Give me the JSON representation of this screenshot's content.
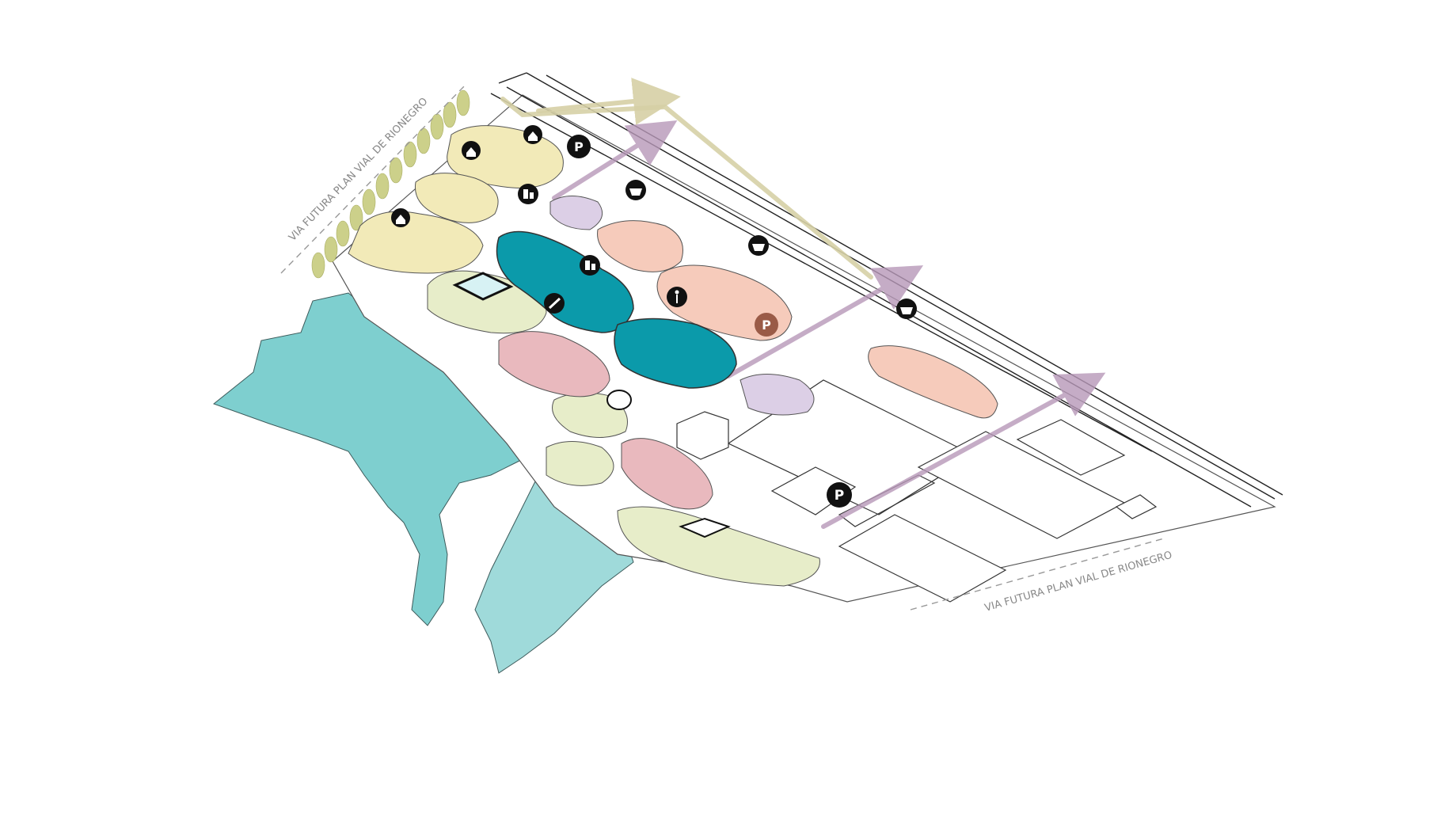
{
  "labels": {
    "road_west": "VIA FUTURA PLAN VIAL DE RIONEGRO",
    "road_east": "VIA FUTURA PLAN VIAL DE RIONEGRO",
    "parking_symbol": "P"
  },
  "colors": {
    "lake": "#7ecfcf",
    "lake_light": "#9fdada",
    "pond": "#0b9aaa",
    "green": "#e7edc9",
    "yellow": "#f2eab8",
    "salmon": "#f6cbbb",
    "pink": "#e9b9be",
    "lilac": "#dccfe6",
    "path_purple": "#b798b8",
    "path_olive": "#d6d0a6",
    "trees": "#ccd08a",
    "dark": "#111111"
  },
  "icons": [
    {
      "name": "house-icon"
    },
    {
      "name": "house-icon"
    },
    {
      "name": "house-icon"
    },
    {
      "name": "parking-icon"
    },
    {
      "name": "buildings-icon"
    },
    {
      "name": "buildings-icon"
    },
    {
      "name": "basket-icon"
    },
    {
      "name": "basket-icon"
    },
    {
      "name": "basket-icon"
    },
    {
      "name": "telescope-icon"
    },
    {
      "name": "dancer-icon"
    },
    {
      "name": "parking-icon"
    },
    {
      "name": "parking-icon"
    }
  ]
}
